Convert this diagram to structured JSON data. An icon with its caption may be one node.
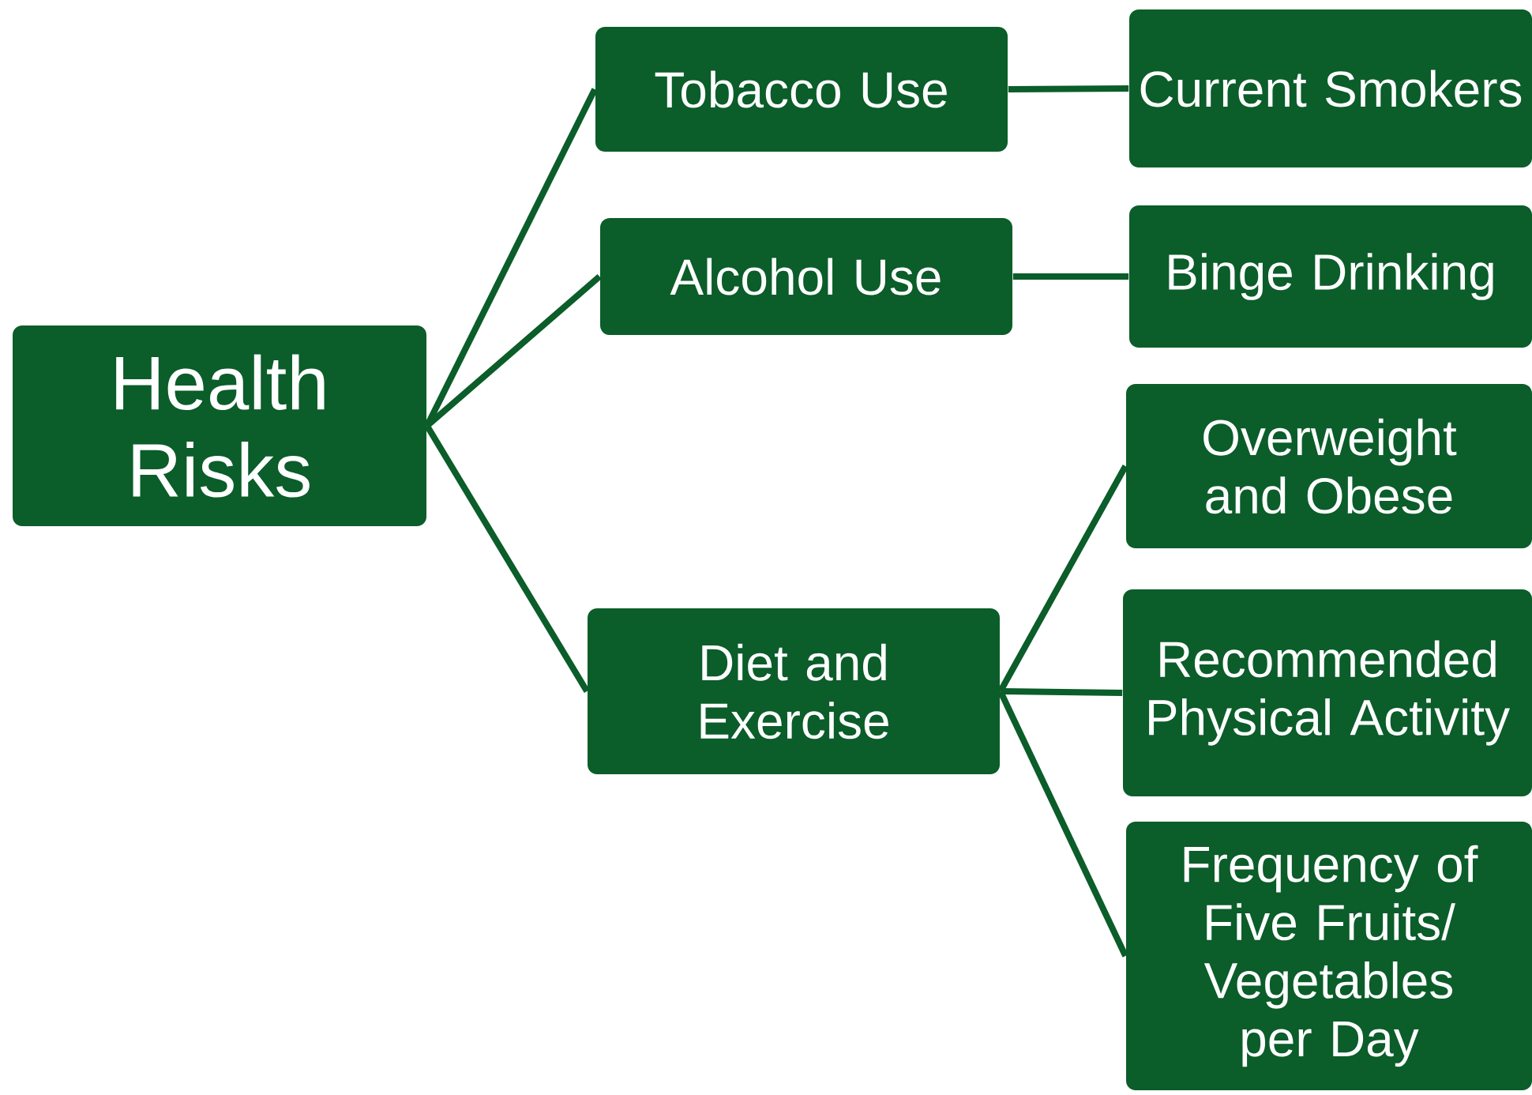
{
  "diagram": {
    "nodes": [
      {
        "text": [
          "Health Risks"
        ]
      },
      {
        "text": [
          "Tobacco Use"
        ]
      },
      {
        "text": [
          "Alcohol Use"
        ]
      },
      {
        "text": [
          "Diet and Exercise"
        ]
      },
      {
        "text": [
          "Current Smokers"
        ]
      },
      {
        "text": [
          "Binge Drinking"
        ]
      },
      {
        "text": [
          "Overweight and Obese"
        ]
      },
      {
        "text": [
          "Recommended Physical Activity"
        ]
      },
      {
        "text": [
          "Frequency of Five Fruits/ Vegetables per Day"
        ]
      }
    ],
    "edges": [
      {
        "from": 0,
        "to": 1,
        "arrow": "none"
      },
      {
        "from": 0,
        "to": 2,
        "arrow": "none"
      },
      {
        "from": 0,
        "to": 3,
        "arrow": "none"
      },
      {
        "from": 1,
        "to": 4,
        "arrow": "none"
      },
      {
        "from": 2,
        "to": 5,
        "arrow": "none"
      },
      {
        "from": 3,
        "to": 6,
        "arrow": "none"
      },
      {
        "from": 3,
        "to": 7,
        "arrow": "none"
      },
      {
        "from": 3,
        "to": 8,
        "arrow": "none"
      }
    ]
  }
}
